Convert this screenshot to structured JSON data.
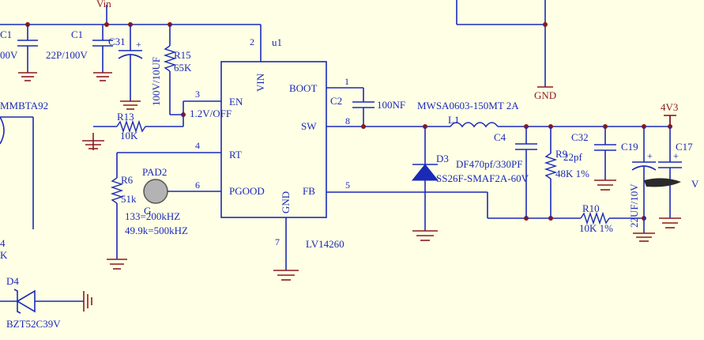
{
  "nets": {
    "vin": "Vin",
    "gnd": "GND",
    "out_4v3": "4V3"
  },
  "ic": {
    "designator": "u1",
    "part": "LV14260",
    "pins": {
      "vin": "VIN",
      "boot": "BOOT",
      "en": "EN",
      "sw": "SW",
      "rt": "RT",
      "pgood": "PGOOD",
      "fb": "FB",
      "gnd": "GND"
    },
    "pin_numbers": {
      "vin": "2",
      "boot": "1",
      "en": "3",
      "sw": "8",
      "rt": "4",
      "pgood": "6",
      "fb": "5",
      "gnd": "7"
    }
  },
  "components": {
    "c1a_name": "C1",
    "c1a_value": "00V",
    "c1_name": "C1",
    "c1_value": "22P/100V",
    "c31_name": "C31",
    "c31_value": "100V/10UF",
    "r15_name": "R15",
    "r15_value": "65K",
    "r13_name": "R13",
    "r13_value": "10K",
    "en_note": "1.2V/OFF",
    "q_part": "MMBTA92",
    "c2_name": "C2",
    "c2_value": "100NF",
    "l1_part": "MWSA0603-150MT 2A",
    "l1_name": "L1",
    "c4_name": "C4",
    "c4_value": "DF470pf/330PF",
    "r9_name": "R9",
    "r9_value": "48K 1%",
    "c32_name": "C32",
    "c32_value": "22pf",
    "c19_name": "C19",
    "c19_value": "22UF/10V",
    "c17_name": "C17",
    "c17_value": "V",
    "d3_name": "D3",
    "d3_part": "SS26F-SMAF2A-60V",
    "r10_name": "R10",
    "r10_value": "10K 1%",
    "r6_name": "R6",
    "r6_value": "51k",
    "pad_name": "PAD2",
    "pad_sub": "G",
    "rt_note1": "133=200kHZ",
    "rt_note2": "49.9k=500kHZ",
    "left_edge1": "4",
    "left_edge2": "K",
    "d4_name": "D4",
    "d4_part": "BZT52C39V"
  }
}
